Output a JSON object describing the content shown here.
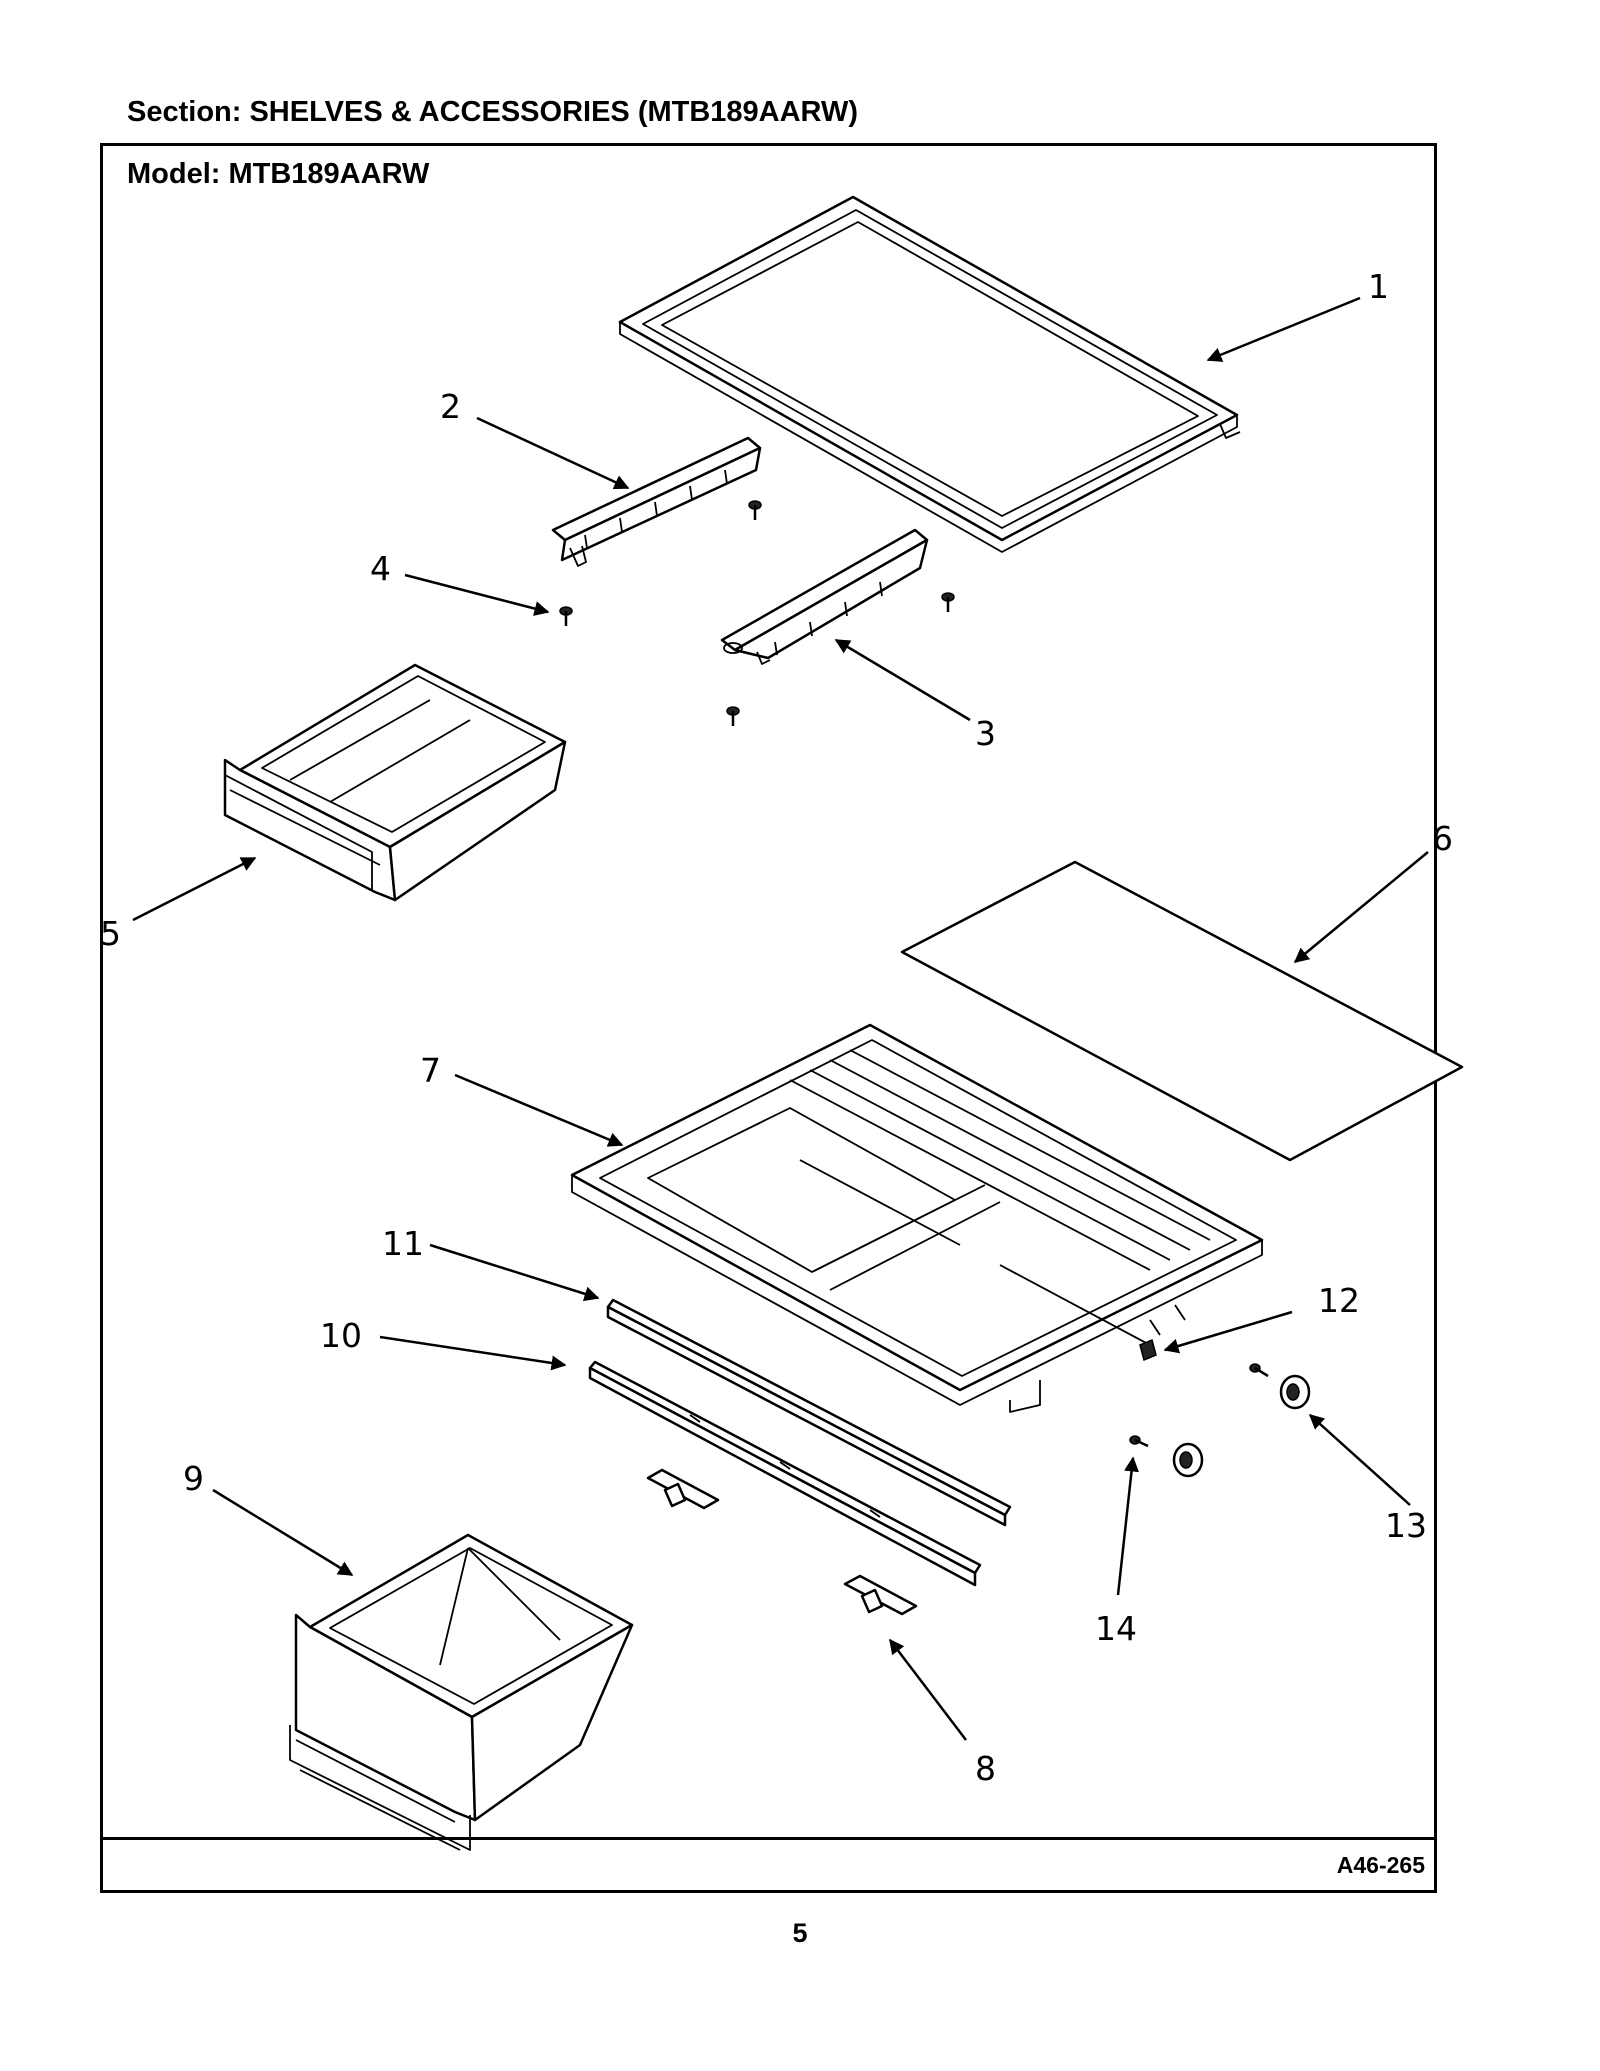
{
  "header": {
    "section_title": "Section:  SHELVES & ACCESSORIES (MTB189AARW)",
    "model_label": "Model:  MTB189AARW"
  },
  "footer": {
    "drawing_code": "A46-265",
    "page_number": "5"
  },
  "callouts": [
    "1",
    "2",
    "3",
    "4",
    "5",
    "6",
    "7",
    "8",
    "9",
    "10",
    "11",
    "12",
    "13",
    "14"
  ]
}
